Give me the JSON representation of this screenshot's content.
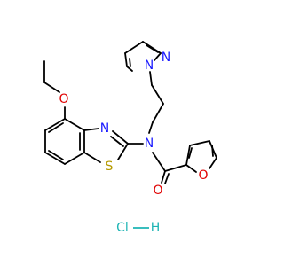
{
  "colors": {
    "background": "#ffffff",
    "carbon_bond": "#000000",
    "nitrogen": "#1a1aff",
    "oxygen": "#e00000",
    "sulfur": "#b59a00",
    "salt": "#1db4b4"
  },
  "atoms": {
    "n_imidazole_top": "N",
    "n_imidazole_link": "N",
    "o_ethoxy": "O",
    "n_thiazole": "N",
    "n_amide": "N",
    "s_thiazole": "S",
    "o_carbonyl": "O",
    "o_furan": "O"
  },
  "salt": {
    "left": "Cl",
    "dash": "—",
    "right": "H"
  }
}
